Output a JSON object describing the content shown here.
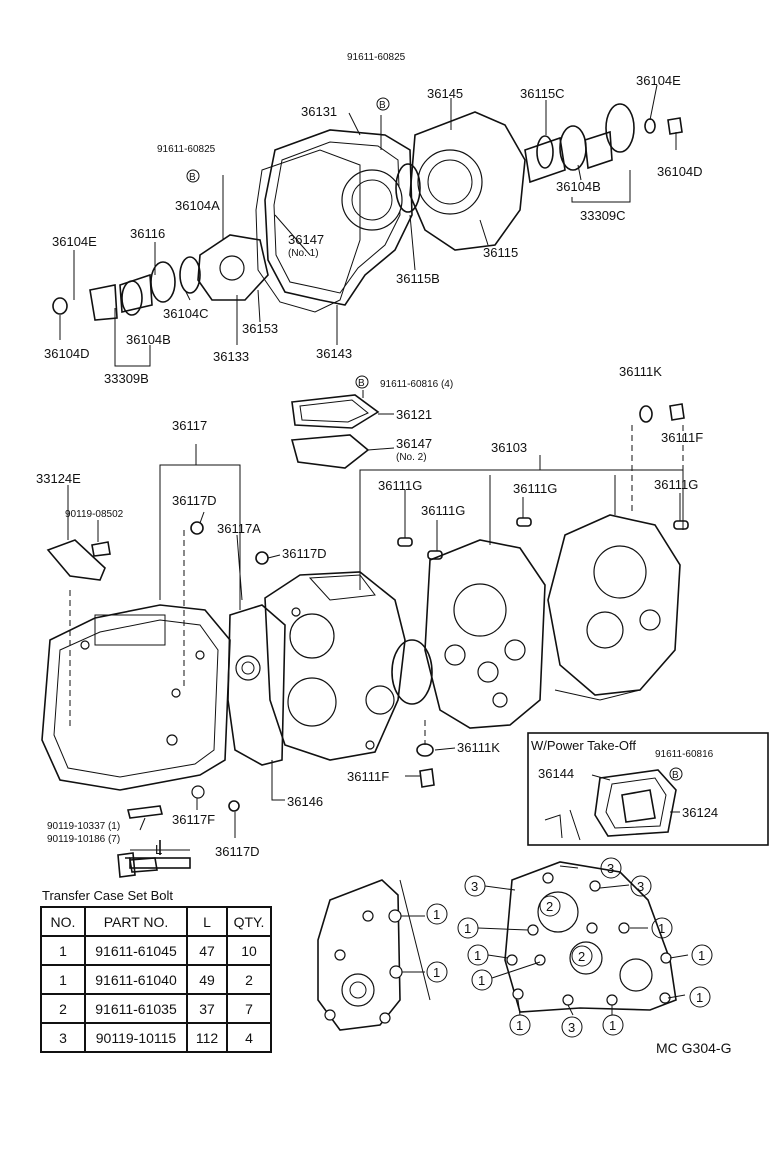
{
  "labels": {
    "bolt_a_top": "91611-60825",
    "bolt_b_top": "91611-60825",
    "p36131": "36131",
    "p36145": "36145",
    "p36115C": "36115C",
    "p36104E_r": "36104E",
    "p36104D_r": "36104D",
    "p36104B_r": "36104B",
    "p33309C": "33309C",
    "p36104A": "36104A",
    "p36104E_l": "36104E",
    "p36116": "36116",
    "p36147_1": "36147",
    "p36147_1_sub": "(No. 1)",
    "p36115B": "36115B",
    "p36115": "36115",
    "p36104C": "36104C",
    "p36153": "36153",
    "p36104D_l": "36104D",
    "p36104B_l": "36104B",
    "p33309B": "33309B",
    "p36133": "36133",
    "p36143": "36143",
    "bolt_cover": "91611-60816 (4)",
    "p36121": "36121",
    "p36147_2": "36147",
    "p36147_2_sub": "(No. 2)",
    "p36111K_top": "36111K",
    "p36111F_top": "36111F",
    "p36117": "36117",
    "p36103": "36103",
    "p33124E": "33124E",
    "p36117D_a": "36117D",
    "p36111G_a": "36111G",
    "p36111G_b": "36111G",
    "p36111G_c": "36111G",
    "p36111G_d": "36111G",
    "bolt_bracket": "90119-08502",
    "p36117A": "36117A",
    "p36117D_b": "36117D",
    "p36111K_bot": "36111K",
    "p36111F_bot": "36111F",
    "p36146": "36146",
    "bolt_case_1": "90119-10337 (1)",
    "bolt_case_2": "90119-10186 (7)",
    "p36117F": "36117F",
    "p36117D_c": "36117D",
    "dim_L": "L",
    "pto_title": "W/Power Take-Off",
    "pto_bolt": "91611-60816",
    "p36144": "36144",
    "p36124": "36124",
    "circle_marker": "B"
  },
  "bolt_markers": {
    "one": "1",
    "two": "2",
    "three": "3"
  },
  "table": {
    "title": "Transfer Case Set Bolt",
    "headers": [
      "NO.",
      "PART NO.",
      "L",
      "QTY."
    ],
    "rows": [
      [
        "1",
        "91611-61045",
        "47",
        "10"
      ],
      [
        "1",
        "91611-61040",
        "49",
        "2"
      ],
      [
        "2",
        "91611-61035",
        "37",
        "7"
      ],
      [
        "3",
        "90119-10115",
        "112",
        "4"
      ]
    ]
  },
  "footer": {
    "code": "MC G304-G"
  }
}
